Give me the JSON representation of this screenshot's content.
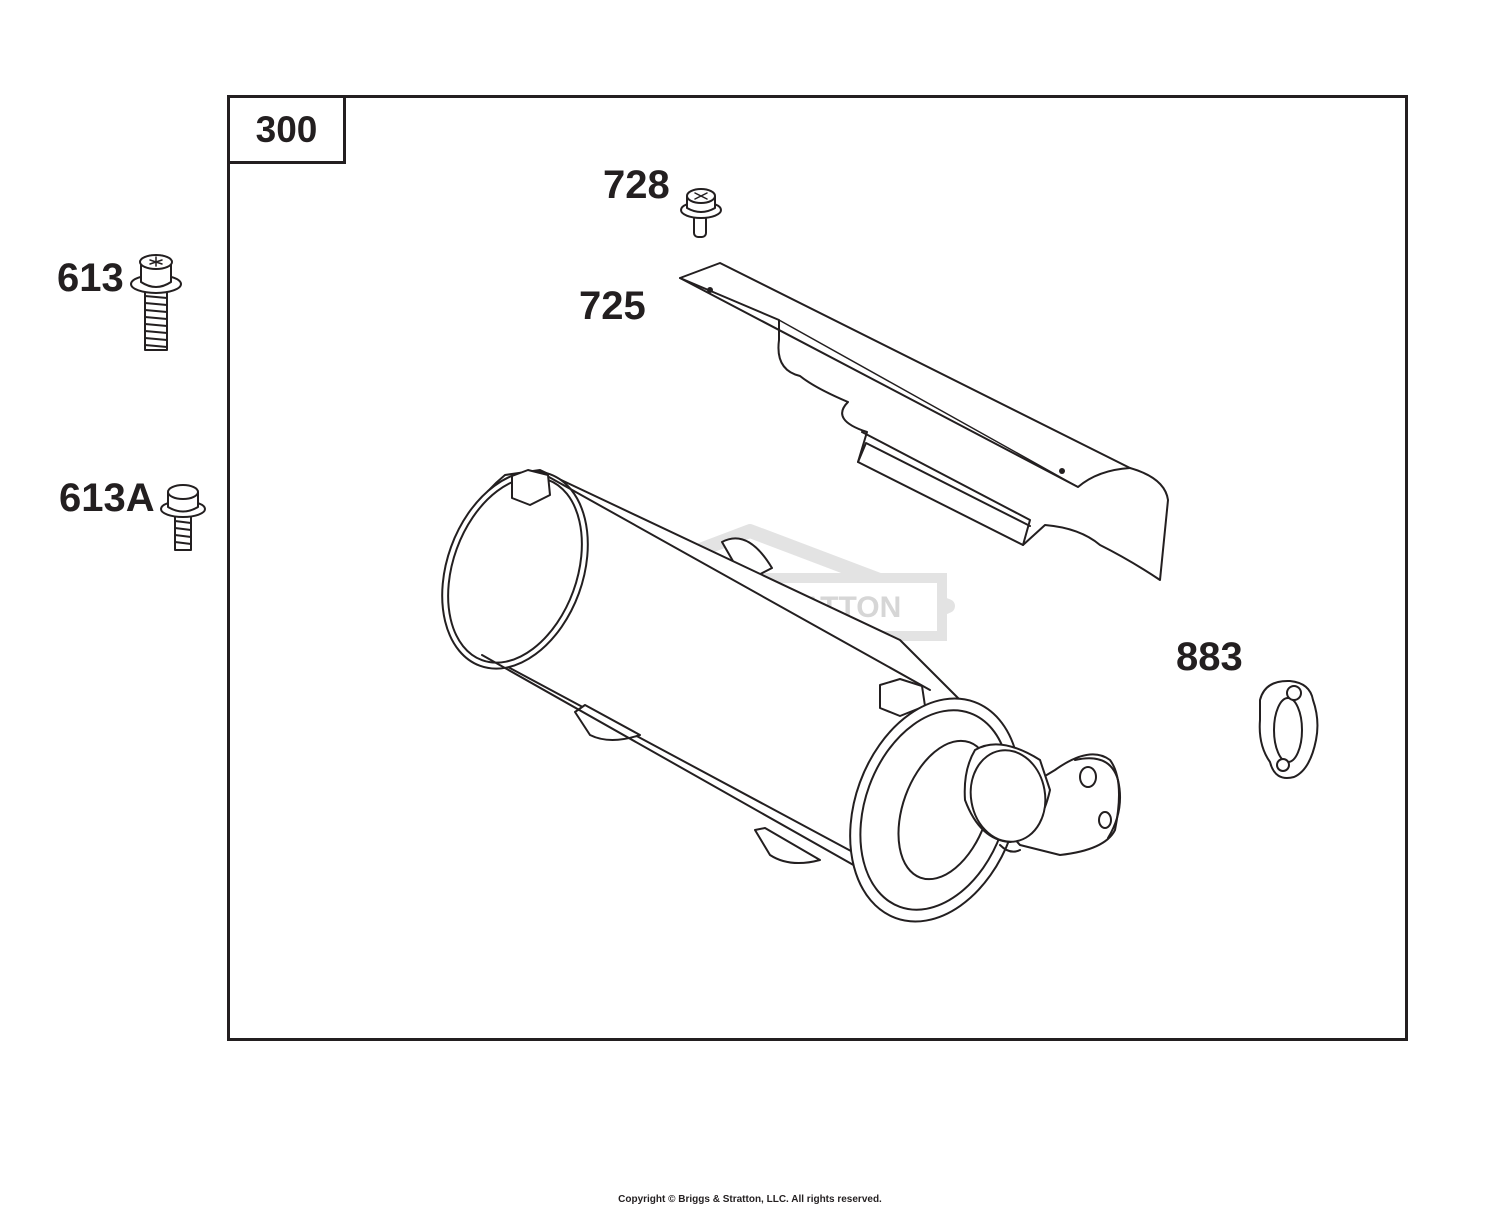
{
  "diagram": {
    "assembly_number": "300",
    "parts": [
      {
        "ref": "613",
        "icon": "flange-bolt-long-icon"
      },
      {
        "ref": "613A",
        "icon": "flange-bolt-short-icon"
      },
      {
        "ref": "728",
        "icon": "screw-icon"
      },
      {
        "ref": "725",
        "icon": "heat-shield-icon"
      },
      {
        "ref": "883",
        "icon": "gasket-icon"
      },
      {
        "ref": "",
        "icon": "muffler-icon"
      }
    ],
    "watermark": {
      "brand": "BRIGGS&STRATTON",
      "mark": "®",
      "colors": {
        "outline": "#e3e3e3",
        "text": "#d6d6d6"
      }
    },
    "copyright": "Copyright © Briggs & Stratton, LLC. All rights reserved.",
    "colors": {
      "line": "#231f20",
      "background": "#ffffff"
    }
  }
}
